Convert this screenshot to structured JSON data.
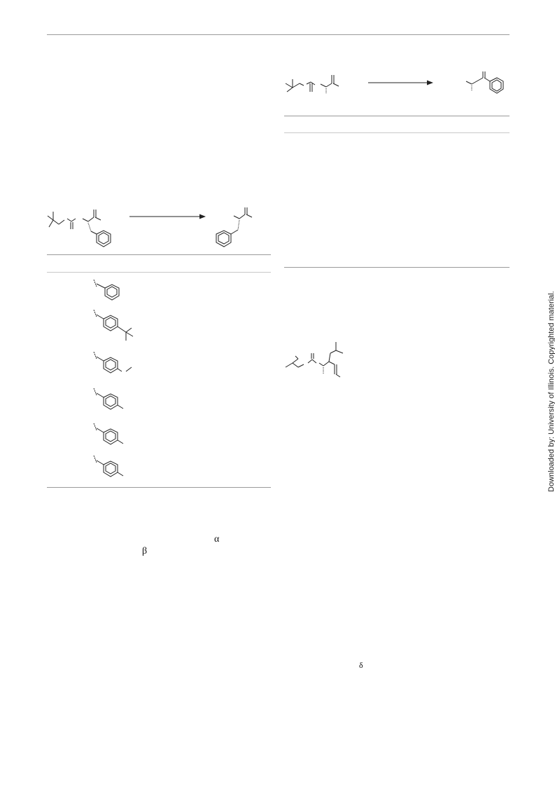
{
  "page": {
    "greek_left_alpha": "α",
    "greek_left_beta": "β",
    "greek_right_delta": "δ"
  },
  "watermark": {
    "text": "Downloaded by: University of Illinois. Copyrighted material."
  },
  "colors": {
    "rule": "#9a9a9a",
    "bond": "#222222",
    "background": "#ffffff"
  },
  "structures": {
    "left_table_rows": [
      {
        "substituent": "phenyl"
      },
      {
        "substituent": "4-tert-butylphenyl"
      },
      {
        "substituent": "4-substituted phenyl"
      },
      {
        "substituent": "4-methylphenyl"
      },
      {
        "substituent": "4-substituted phenyl"
      },
      {
        "substituent": "4-substituted phenyl"
      }
    ]
  }
}
